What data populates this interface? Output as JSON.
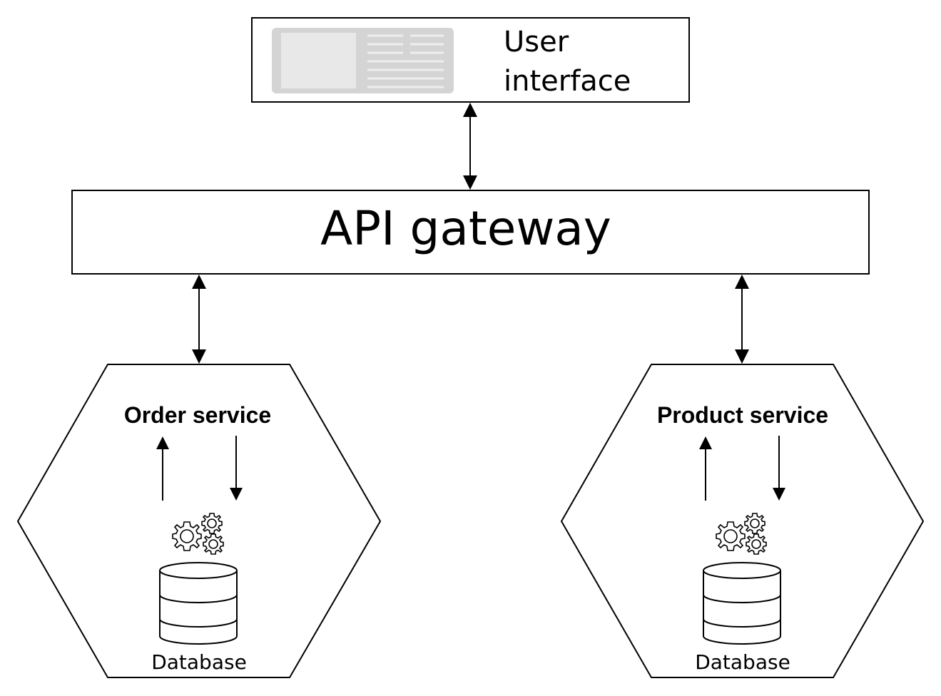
{
  "ui": {
    "line1": "User",
    "line2": "interface"
  },
  "gateway": {
    "label": "API gateway"
  },
  "services": [
    {
      "title": "Order service",
      "db_label": "Database"
    },
    {
      "title": "Product service",
      "db_label": "Database"
    }
  ],
  "colors": {
    "stroke": "#000000",
    "background": "#ffffff",
    "mockup_fill": "#e6e6e6",
    "mockup_frame": "#d2d2d2"
  },
  "icons": {
    "ui_mockup": "window-mockup-icon",
    "gears": "gears-icon",
    "database": "database-icon"
  }
}
